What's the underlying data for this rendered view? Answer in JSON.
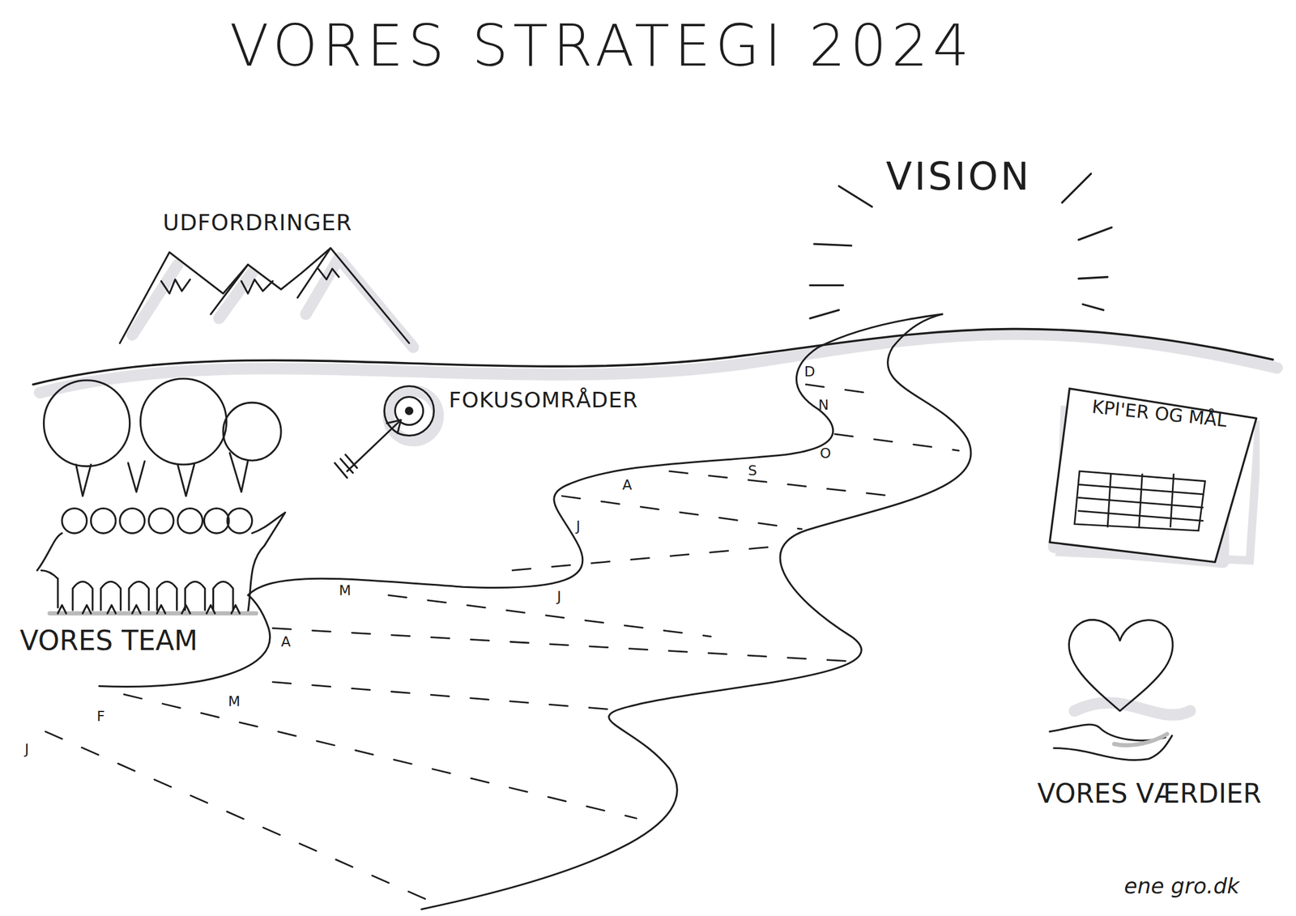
{
  "diagram": {
    "title": "VORES STRATEGI 2024",
    "nodes": [
      {
        "text": [
          "KPI'ER OG MÅL"
        ]
      }
    ],
    "labels": [
      "VISION",
      "UDFORDRINGER",
      "FOKUSOMRÅDER",
      "VORES TEAM",
      "VORES VÆRDIER",
      "J",
      "F",
      "M",
      "A",
      "M",
      "J",
      "J",
      "A",
      "S",
      "O",
      "N",
      "D",
      "ene gro.dk"
    ]
  }
}
